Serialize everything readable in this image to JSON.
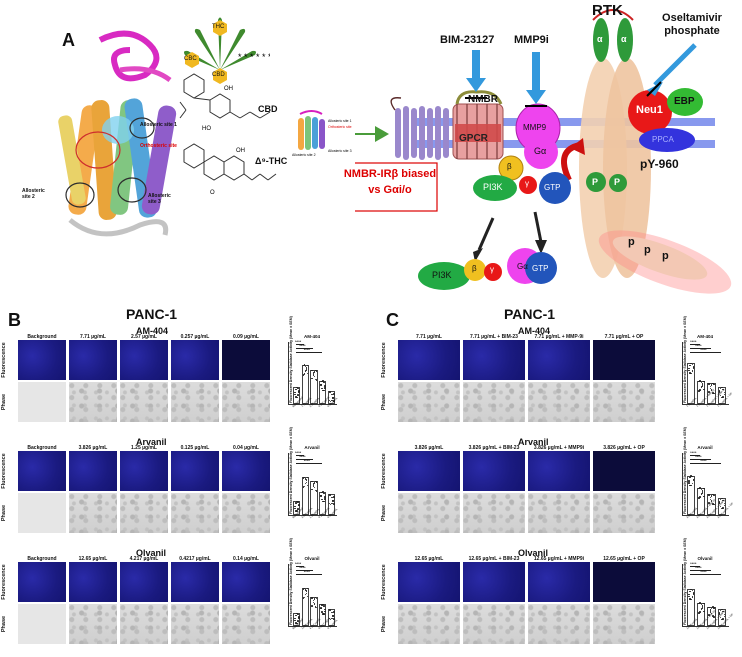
{
  "panel_a": {
    "letter": "A",
    "allosteric_site_1": "Allosteric site 1",
    "orthosteric_site": "Orthosteric site",
    "allosteric_site_2": "Allosteric site 2",
    "allosteric_site_3": "Allosteric site 3",
    "cannabinoids": [
      "THC",
      "CBC",
      "CBD"
    ],
    "cbd_label": "CBD",
    "thc_label": "Δ⁹-THC",
    "small_labels": [
      "Allosteric site 1",
      "Orthosteric site",
      "Allosteric site 2",
      "Allosteric site 3"
    ],
    "inhibitors": [
      "BIM-23127",
      "MMP9i",
      "Oseltamivir phosphate"
    ],
    "rtk_label": "RTK",
    "nmbr_label": "NMBR",
    "gpcr_label": "GPCR",
    "mmp9_label": "MMP9",
    "neu1_label": "Neu1",
    "ebp_label": "EBP",
    "ppca_label": "PPCA",
    "alpha_label": "α",
    "beta_label": "β",
    "gamma_label": "γ",
    "galpha_label": "Gα",
    "gtp_label": "GTP",
    "pi3k_label": "PI3K",
    "p_label": "P",
    "py960_label": "pY-960",
    "small_p": [
      "p",
      "p",
      "p"
    ],
    "biased_text_line1": "NMBR-IRβ biased",
    "biased_text_line2": "vs Gαi/o"
  },
  "panel_b": {
    "letter": "B",
    "title": "PANC-1",
    "row_labels": [
      "Fluorescence",
      "Phase"
    ],
    "groups": [
      {
        "name": "AM-404",
        "columns": [
          "Background",
          "7.71 µg/mL",
          "2.57 µg/mL",
          "0.257 µg/mL",
          "0.09 µg/mL"
        ],
        "plot_title": "AM-404"
      },
      {
        "name": "Arvanil",
        "columns": [
          "Background",
          "3.826 µg/mL",
          "1.25 µg/mL",
          "0.125 µg/mL",
          "0.04 µg/mL"
        ],
        "plot_title": "Arvanil"
      },
      {
        "name": "Olvanil",
        "columns": [
          "Background",
          "12.65 µg/mL",
          "4.217 µg/mL",
          "0.4217 µg/mL",
          "0.14 µg/mL"
        ],
        "plot_title": "Olvanil"
      }
    ],
    "plot_ylabel": "Fluorescent Density Sialidase Activity (Mean ± SEM)",
    "significance": "****"
  },
  "panel_c": {
    "letter": "C",
    "title": "PANC-1",
    "row_labels": [
      "Fluorescence",
      "Phase"
    ],
    "groups": [
      {
        "name": "AM-404",
        "columns": [
          "7.71 µg/mL",
          "7.71 µg/mL + BIM-23",
          "7.71 µg/mL + MMP-9i",
          "7.71 µg/mL + OP"
        ],
        "plot_title": "AM-404"
      },
      {
        "name": "Arvanil",
        "columns": [
          "3.826 µg/mL",
          "3.826 µg/mL + BIM-23",
          "3.826 µg/mL + MMP9i",
          "3.826 µg/mL + OP"
        ],
        "plot_title": "Arvanil"
      },
      {
        "name": "Olvanil",
        "columns": [
          "12.65 µg/mL",
          "12.65 µg/mL + BIM-23",
          "12.65 µg/mL + MMP9i",
          "12.65 µg/mL + OP"
        ],
        "plot_title": "Olvanil"
      }
    ],
    "plot_ylabel": "Fluorescent Density Sialidase Activity (Mean ± SEM)",
    "significance": "****"
  },
  "plot_values": {
    "b": [
      [
        55,
        140,
        120,
        80,
        40
      ],
      [
        45,
        135,
        120,
        80,
        70
      ],
      [
        40,
        135,
        100,
        75,
        55
      ]
    ],
    "c": [
      [
        145,
        80,
        70,
        55
      ],
      [
        140,
        95,
        70,
        55
      ],
      [
        130,
        80,
        65,
        55
      ]
    ]
  },
  "colors": {
    "gpcr": "#e8a0a0",
    "mmp9": "#ee44ee",
    "neu1": "#e81818",
    "ebp": "#33bb33",
    "ppca": "#3333dd",
    "pi3k": "#22aa44",
    "gtp": "#2255bb",
    "arrow_blue": "#3399dd",
    "red_text": "#dd0000"
  }
}
